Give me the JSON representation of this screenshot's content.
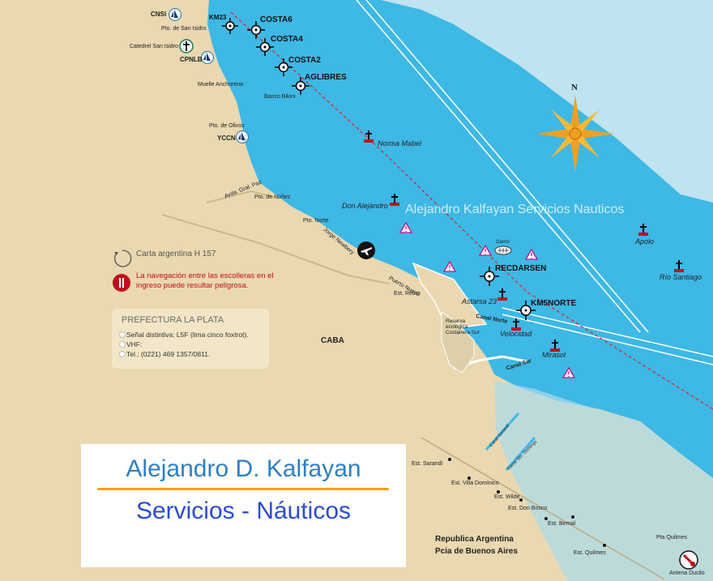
{
  "watermark": "Alejandro Kalfayan Servicios Nauticos",
  "compass": {
    "north_label": "N"
  },
  "waypoints": {
    "km23": "KM23",
    "costa6": "COSTA6",
    "costa4": "COSTA4",
    "costa2": "COSTA2",
    "aglibres": "AGLIBRES",
    "recdarsen": "RECDARSEN",
    "km5norte": "KM5NORTE"
  },
  "clubs": {
    "cnsi": "CNSI",
    "cpnlb": "CPNLB",
    "yccn": "YCCN"
  },
  "places": {
    "pto_san_isidro": "Pto. de San Isidro",
    "catedral": "Catedrel San Isidro",
    "muelle_anchorena": "Muelle Anchorena",
    "banco_bikini": "Banco Bikini",
    "pto_olivos": "Pto. de Olivos",
    "pto_nunez": "Pto. de Núñez",
    "avda_paz": "Avda. Gral. Paz",
    "pto_norte": "Pto. Norte",
    "jorge_newbery": "Jorge Newbery",
    "puerto_nuevo": "Puerto Nuevo",
    "est_retiro": "Est. Retiro",
    "caba": "CABA",
    "reserva": "Reserva ecológica Costanera Sur",
    "canal_norte": "Canal Norte",
    "canal_sur": "Canal Sur",
    "canal_sarandi": "Canal Sarandí",
    "canal_dock": "Canal Sto. Domingo",
    "est_sarandi": "Est. Sarandí",
    "est_villa_dominico": "Est. Villa Domínico",
    "est_wilde": "Est. Wilde",
    "est_don_bosco": "Est. Don Bosco",
    "est_bernal": "Est. Bernal",
    "est_quilmes": "Est. Quilmes",
    "pta_quilmes": "Pta Quilmes",
    "antena_ducilo": "Antena Ducilo",
    "country": "Republica Argentina",
    "province": "Pcia de Buenos Aires",
    "garrio": "Garrio"
  },
  "wrecks": {
    "norma_mabel": "Norma Mabel",
    "don_alejandro": "Don Alejandro",
    "astarsa": "Astarsa 23",
    "velocidad": "Velocidad",
    "mirasol": "Mirasol",
    "apolo": "Apolo",
    "rio_santiago": "Río Santiago"
  },
  "legend": {
    "chart_ref": "Carta argentina H 157",
    "warning": "La navegación entre las escolleras en el ingreso puede resultar peligrosa."
  },
  "prefectura": {
    "title": "PREFECTURA LA PLATA",
    "rows": [
      "Señal distintiva: L5F (lima cinco foxtrot).",
      "VHF:",
      "Tel.: (0221) 469 1357/0811."
    ]
  },
  "card": {
    "name": "Alejandro D. Kalfayan",
    "subtitle": "Servicios - Náuticos"
  },
  "colors": {
    "water": "#3eb8e5",
    "land": "#e9d8b0",
    "route": "#e0202a",
    "accent": "#f0a020"
  }
}
